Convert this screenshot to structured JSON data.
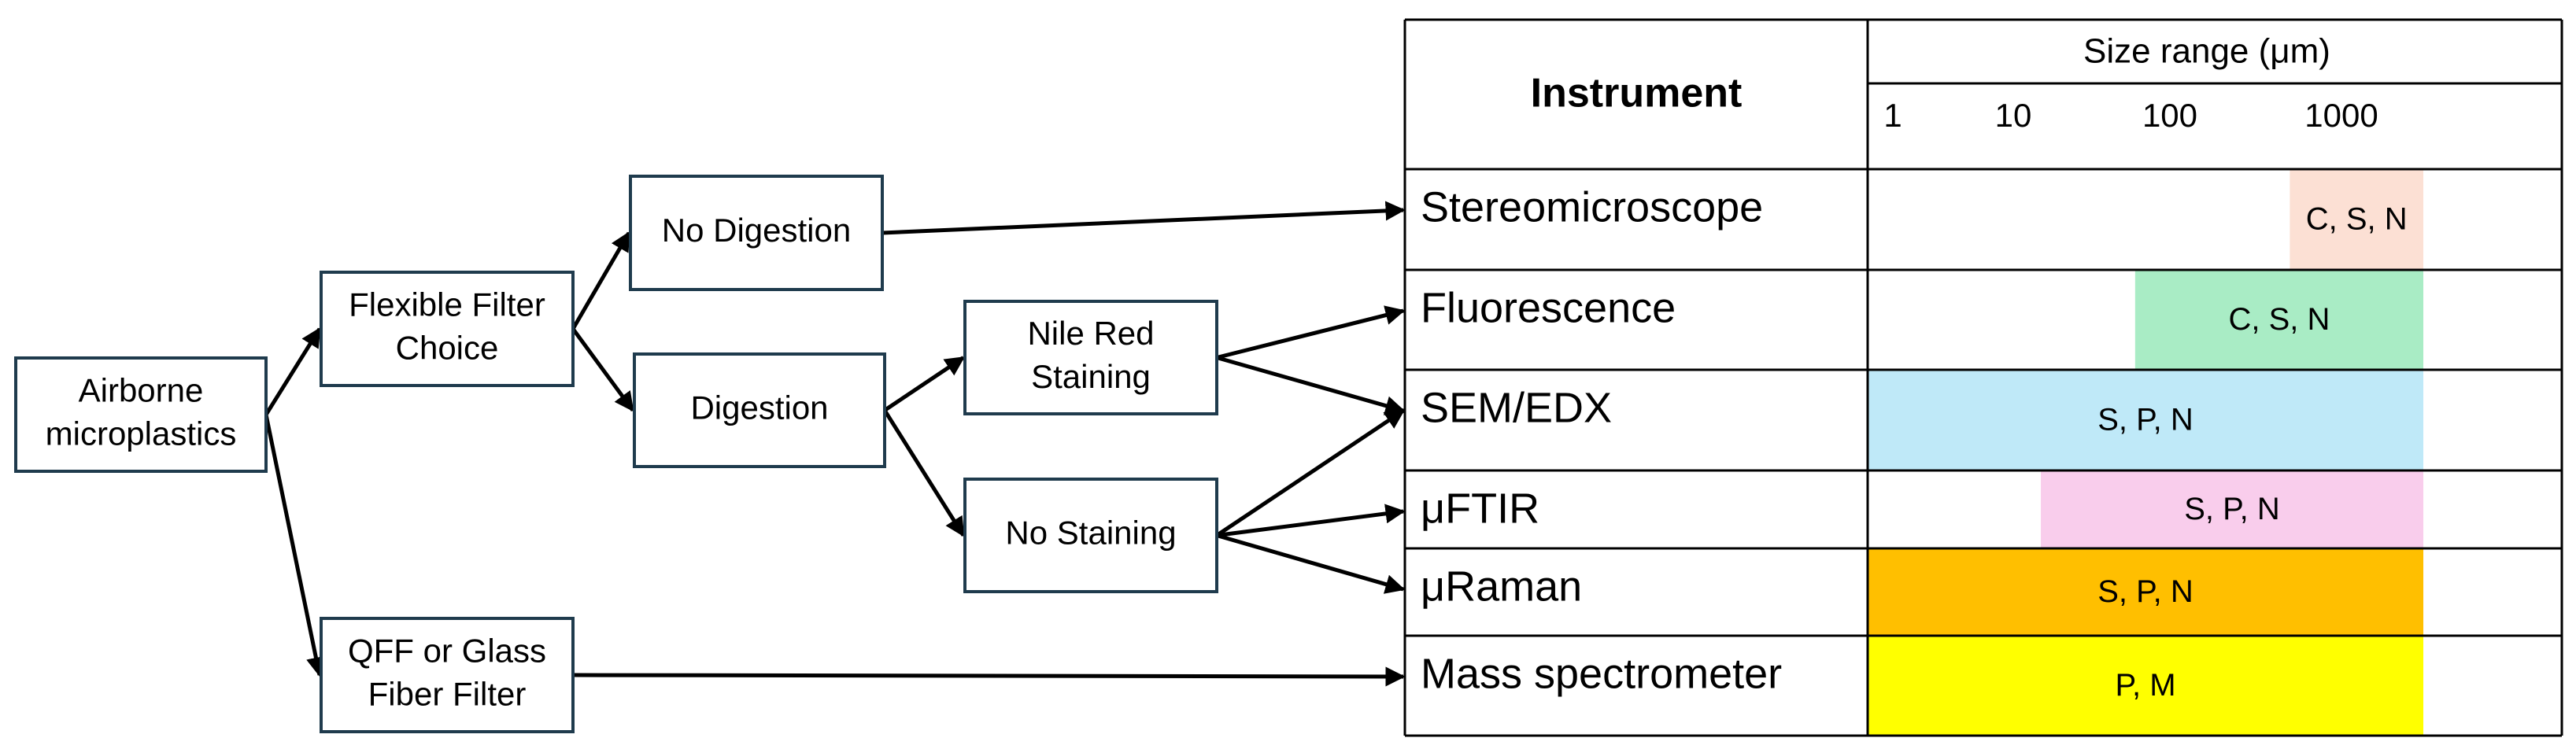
{
  "flow": {
    "nodes": [
      {
        "id": "airborne",
        "lines": [
          "Airborne",
          "microplastics"
        ]
      },
      {
        "id": "flexible",
        "lines": [
          "Flexible Filter",
          "Choice"
        ]
      },
      {
        "id": "qff",
        "lines": [
          "QFF or Glass",
          "Fiber Filter"
        ]
      },
      {
        "id": "nodig",
        "lines": [
          "No Digestion"
        ]
      },
      {
        "id": "digestion",
        "lines": [
          "Digestion"
        ]
      },
      {
        "id": "nilered",
        "lines": [
          "Nile Red",
          "Staining"
        ]
      },
      {
        "id": "nostain",
        "lines": [
          "No Staining"
        ]
      }
    ]
  },
  "table": {
    "instrument_header": "Instrument",
    "size_header": "Size range (μm)",
    "scale_ticks": [
      "1",
      "10",
      "100",
      "1000"
    ],
    "rows": [
      {
        "instrument": "Stereomicroscope",
        "label": "C, S, N",
        "color": "#fce0d4",
        "range": [
          500,
          3000
        ]
      },
      {
        "instrument": "Fluorescence",
        "label": "C, S, N",
        "color": "#a9ecc5",
        "range": [
          60,
          3000
        ]
      },
      {
        "instrument": "SEM/EDX",
        "label": "S, P, N",
        "color": "#bfe9f8",
        "range": [
          0.5,
          3000
        ]
      },
      {
        "instrument": "μFTIR",
        "label": "S, P, N",
        "color": "#f9cdec",
        "range": [
          15,
          3000
        ]
      },
      {
        "instrument": "μRaman",
        "label": "S, P, N",
        "color": "#ffbf00",
        "range": [
          0.5,
          3000
        ]
      },
      {
        "instrument": "Mass spectrometer",
        "label": "P, M",
        "color": "#ffff00",
        "range": [
          0.5,
          3000
        ]
      }
    ]
  }
}
